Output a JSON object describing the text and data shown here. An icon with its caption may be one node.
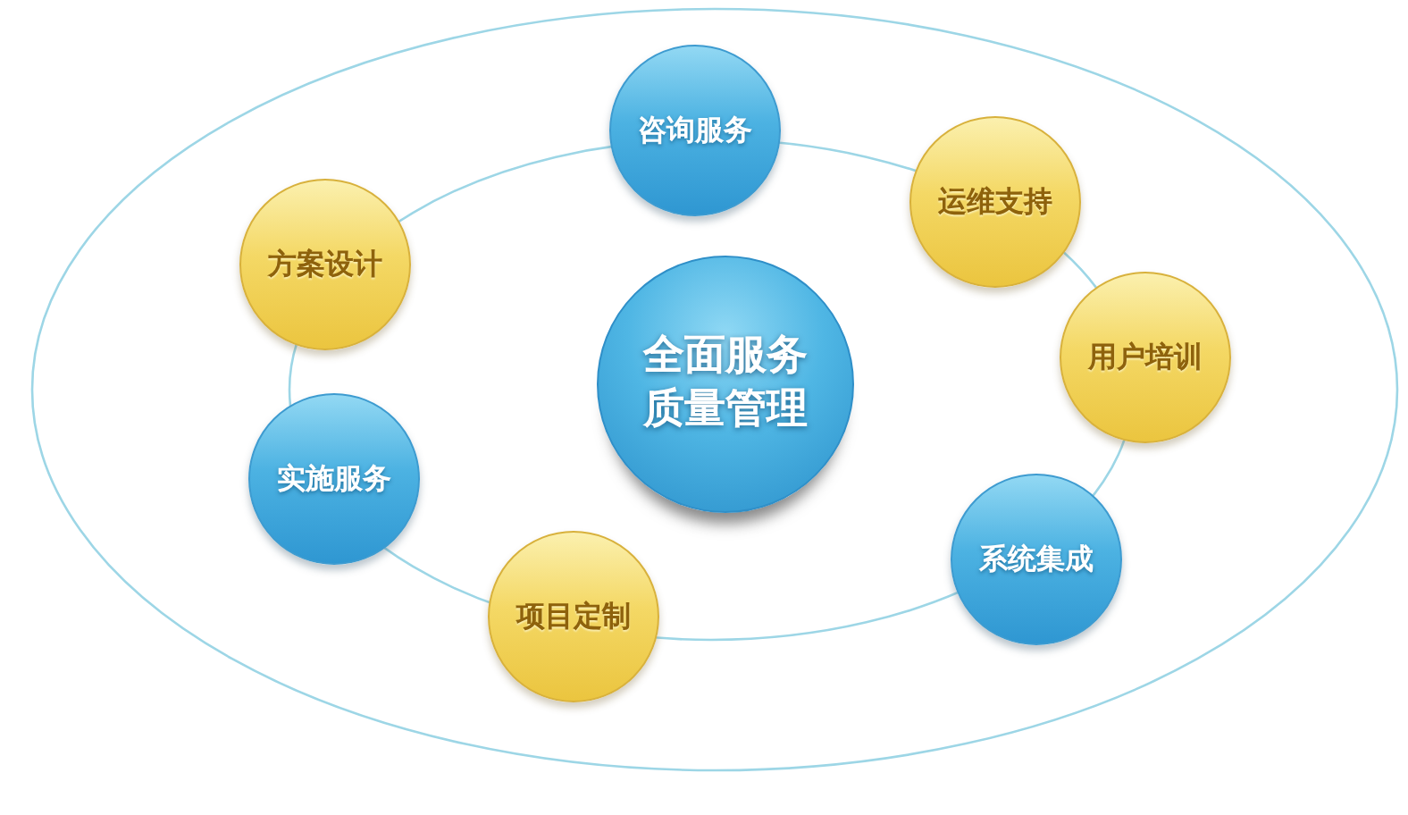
{
  "diagram": {
    "nodes": [
      {
        "text": [
          "全面服务质量管理"
        ]
      },
      {
        "text": [
          "咨询服务"
        ]
      },
      {
        "text": [
          "运维支持"
        ]
      },
      {
        "text": [
          "用户培训"
        ]
      },
      {
        "text": [
          "系统集成"
        ]
      },
      {
        "text": [
          "项目定制"
        ]
      },
      {
        "text": [
          "实施服务"
        ]
      },
      {
        "text": [
          "方案设计"
        ]
      }
    ]
  }
}
